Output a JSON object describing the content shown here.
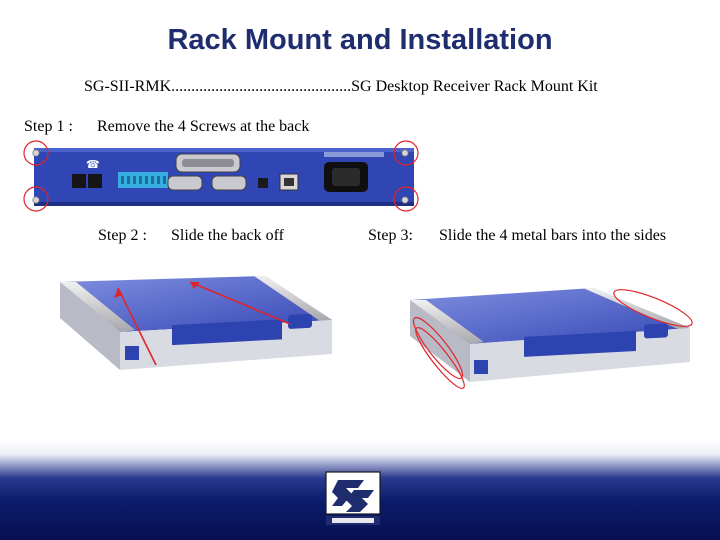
{
  "slide": {
    "title": "Rack Mount and Installation",
    "subtitle": "SG-SII-RMK.............................................SG Desktop Receiver Rack Mount Kit"
  },
  "steps": [
    {
      "number": "Step 1 :",
      "text": "Remove the 4 Screws at the back"
    },
    {
      "number": "Step 2 :",
      "text": "Slide the back off"
    },
    {
      "number": "Step 3:",
      "text": "Slide the 4 metal bars into the sides"
    }
  ],
  "colors": {
    "title": "#1f2d6e",
    "panel_blue": "#2f46b4",
    "highlight_red": "#e0242c",
    "footer_dark": "#0c1c6e"
  },
  "icons": [
    "phone-icon",
    "usb-icon",
    "power-socket-icon",
    "screw-icon",
    "sub-carrier-logo"
  ]
}
